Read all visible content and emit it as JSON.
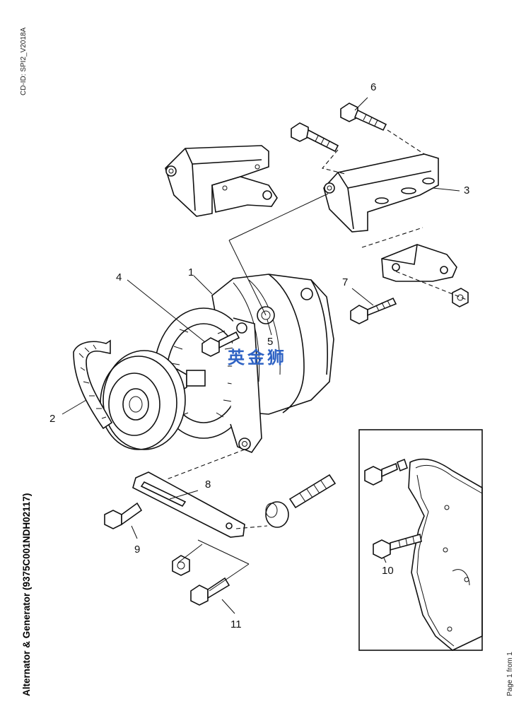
{
  "header": {
    "cd_id": "CD-ID: SPI2_V2018A"
  },
  "title": "Alternator & Generator (9375C001NDH02117)",
  "footer": {
    "page_info": "Page 1 from 1"
  },
  "watermark": {
    "text": "英金狮",
    "color": "#2f63c4"
  },
  "callouts": [
    "1",
    "2",
    "3",
    "4",
    "5",
    "6",
    "7",
    "8",
    "9",
    "10",
    "11"
  ]
}
